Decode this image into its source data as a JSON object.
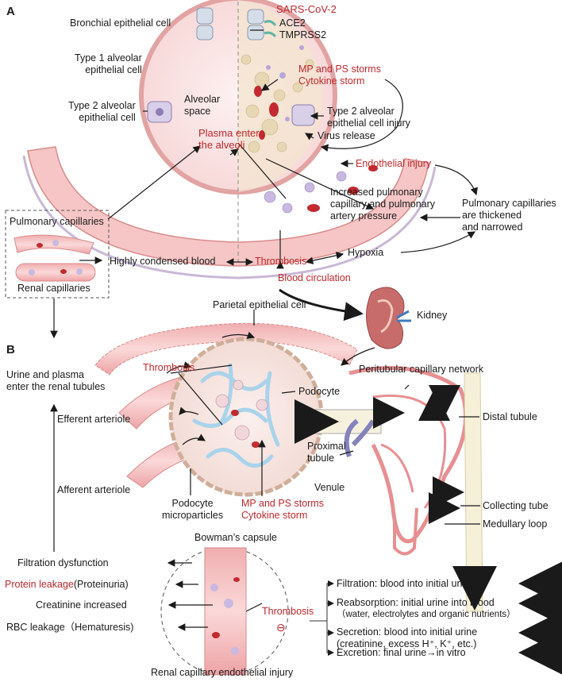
{
  "panels": {
    "a": "A",
    "b": "B"
  },
  "a": {
    "bronchial": "Bronchial epithelial cell",
    "sars": "SARS-CoV-2",
    "ace2": "ACE2",
    "tmprss2": "TMPRSS2",
    "type1_l1": "Type 1 alveolar",
    "type1_l2": "epithelial cell",
    "mp_ps": "MP and PS storms",
    "cytokine": "Cytokine storm",
    "type2_l1": "Type 2 alveolar",
    "type2_l2": "epithelial cell",
    "alveolar_l1": "Alveolar",
    "alveolar_l2": "space",
    "type2_injury_l1": "Type 2 alveolar",
    "type2_injury_l2": "epithelial cell injury",
    "plasma_l1": "Plasma enters",
    "plasma_l2": "the alveoli",
    "virus_release": "Virus release",
    "endothelial": "Endothelial injury",
    "pressure_l1": "Increased  pulmonary",
    "pressure_l2": "capillary and pulmonary",
    "pressure_l3": "artery pressure",
    "thick_l1": "Pulmonary capillaries",
    "thick_l2": "are thickened",
    "thick_l3": "and narrowed",
    "pulm_cap": "Pulmonary capillaries",
    "renal_cap": "Renal capillaries",
    "condensed": "Highly condensed blood",
    "thrombosis": "Thrombosis",
    "hypoxia": "Hypoxia",
    "circulation": "Blood circulation",
    "kidney": "Kidney"
  },
  "b": {
    "parietal": "Parietal epithelial cell",
    "urine_l1": "Urine and plasma",
    "urine_l2": "enter the renal tubules",
    "thrombosis": "Thrombosis",
    "peritubular": "Peritubular capillary network",
    "podocyte": "Podocyte",
    "efferent": "Efferent arteriole",
    "distal": "Distal tubule",
    "proximal_l1": "Proximal",
    "proximal_l2": "tubule",
    "venule": "Venule",
    "afferent": "Afferent arteriole",
    "podo_mp_l1": "Podocyte",
    "podo_mp_l2": "microparticles",
    "mp_ps": "MP and PS storms",
    "cytokine": "Cytokine storm",
    "collecting": "Collecting tube",
    "medullary": "Medullary loop",
    "bowman": "Bowman’s capsule"
  },
  "bottom": {
    "filtration_dys": "Filtration dysfunction",
    "protein_red": "Protein leakage",
    "protein_black": "(Proteinuria)",
    "creatinine": "Creatinine increased",
    "rbc": "RBC leakage（Hematuresis)",
    "injury": "Renal capillary endothelial injury",
    "thrombosis": "Thrombosis",
    "inhibit_symbol": "⊖"
  },
  "legend": {
    "filtration": "Filtration: blood into initial urine",
    "reabs_l1": "Reabsorption: initial urine into  blood",
    "reabs_l2": "（water, electrolytes and organic nutrients）",
    "secretion_l1": "Secretion: blood into initial urine",
    "secretion_l2": "(creatinine, excess H⁺, K⁺, etc.)",
    "excretion": "Excretion: final urine→in vitro",
    "colors": {
      "filtration": "#b5433a",
      "reabsorption": "#b79bd1",
      "secretion": "#8583b9",
      "excretion": "#7fbf6a"
    }
  },
  "colors": {
    "red_text": "#c0282d",
    "tissue": "#f4c3c3",
    "tissue_dark": "#e79b9b",
    "podocyte": "#a9d3ea"
  }
}
